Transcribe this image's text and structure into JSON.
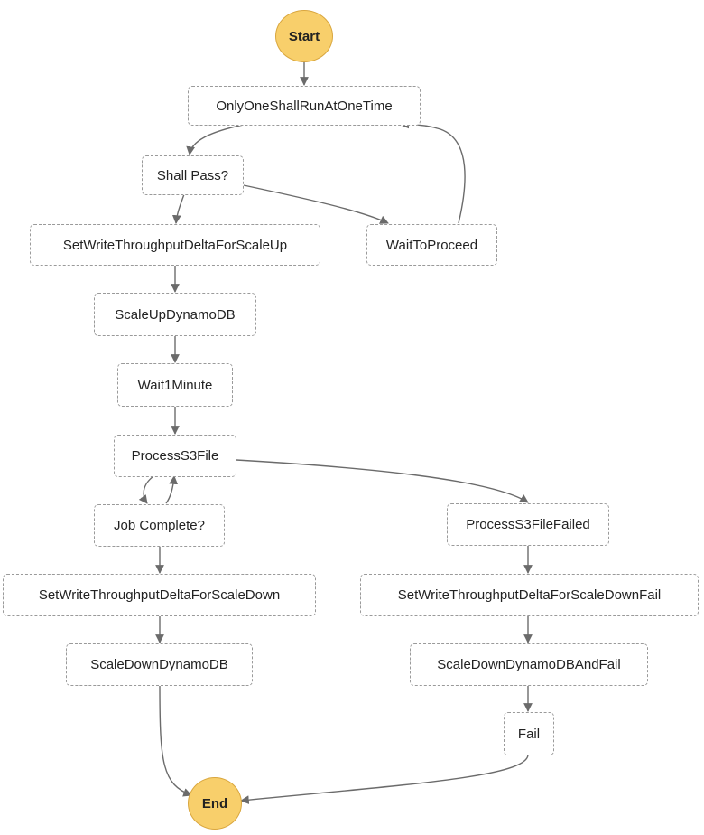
{
  "colors": {
    "terminal_fill": "#f8cf6b",
    "terminal_border": "#d9a63d",
    "node_border": "#9a9a9a",
    "edge": "#6b6b6b"
  },
  "nodes": {
    "start": "Start",
    "only_one": "OnlyOneShallRunAtOneTime",
    "shall_pass": "Shall Pass?",
    "set_delta_up": "SetWriteThroughputDeltaForScaleUp",
    "wait_to_proceed": "WaitToProceed",
    "scale_up": "ScaleUpDynamoDB",
    "wait_1_minute": "Wait1Minute",
    "process_s3_file": "ProcessS3File",
    "job_complete": "Job Complete?",
    "process_s3_failed": "ProcessS3FileFailed",
    "set_delta_down": "SetWriteThroughputDeltaForScaleDown",
    "set_delta_down_fail": "SetWriteThroughputDeltaForScaleDownFail",
    "scale_down": "ScaleDownDynamoDB",
    "scale_down_and_fail": "ScaleDownDynamoDBAndFail",
    "fail": "Fail",
    "end": "End"
  }
}
